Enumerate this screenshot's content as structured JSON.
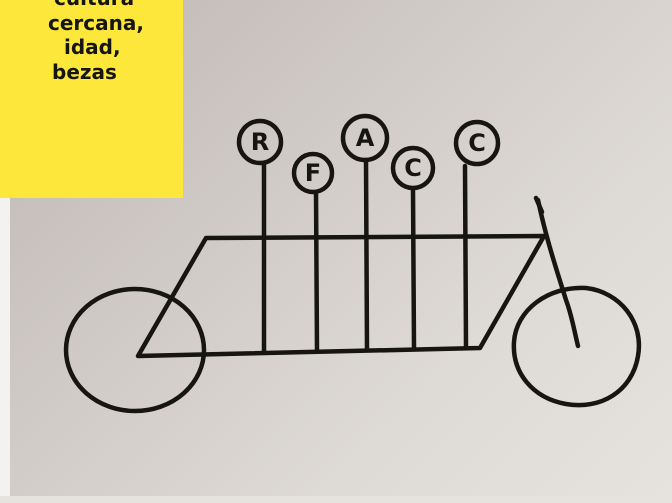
{
  "card": {
    "lines": [
      "cultura",
      "cercana,",
      "idad,",
      "bezas"
    ],
    "color": "#fce73a"
  },
  "drawing": {
    "letters": [
      "R",
      "F",
      "A",
      "C",
      "C"
    ],
    "ink": "#161512"
  }
}
